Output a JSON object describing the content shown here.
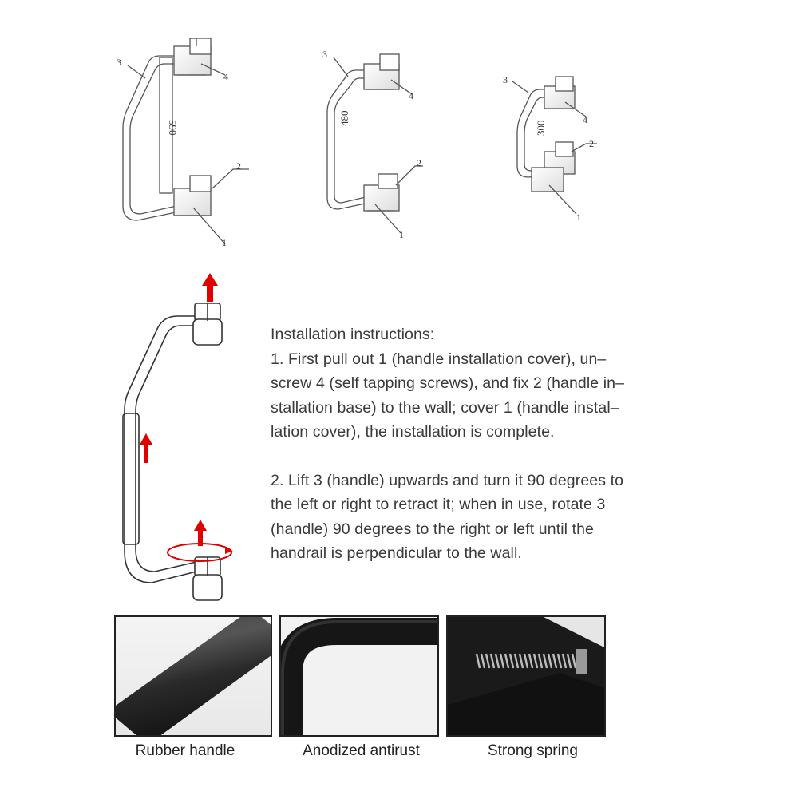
{
  "diagram_labels": {
    "left": {
      "handle": "3",
      "screws": "4",
      "base": "2",
      "cover": "1",
      "length": "590"
    },
    "middle": {
      "handle": "3",
      "screws": "4",
      "base": "2",
      "cover": "1",
      "length": "480"
    },
    "right": {
      "handle": "3",
      "screws": "4",
      "base": "2",
      "cover": "1",
      "length": "300"
    }
  },
  "instructions": {
    "title": "Installation instructions:",
    "step1_lines": [
      "1. First pull out 1 (handle installation cover), un–",
      "screw 4 (self tapping screws), and fix 2 (handle in–",
      "stallation base) to the wall; cover 1 (handle instal–",
      "lation cover), the installation is complete."
    ],
    "step2_lines": [
      "2. Lift 3 (handle) upwards and turn it 90 degrees to",
      "the left or right to retract it; when in use, rotate 3",
      "(handle) 90 degrees to the right or left until the",
      "handrail is perpendicular to the wall."
    ]
  },
  "features": [
    {
      "caption": "Rubber handle"
    },
    {
      "caption": "Anodized antirust"
    },
    {
      "caption": "Strong spring"
    }
  ],
  "colors": {
    "arrow": "#e00000",
    "handle": "#111111",
    "line": "#555555"
  }
}
